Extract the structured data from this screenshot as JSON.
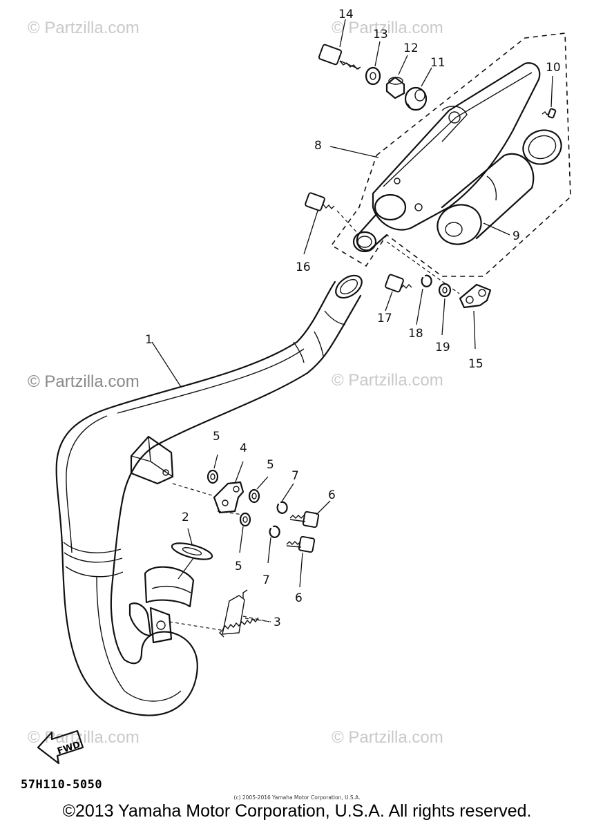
{
  "watermarks": [
    "© Partzilla.com",
    "© Partzilla.com",
    "© Partzilla.com",
    "© Partzilla.com",
    "© Partzilla.com",
    "© Partzilla.com"
  ],
  "callouts": {
    "c1": "1",
    "c2": "2",
    "c3": "3",
    "c4": "4",
    "c5a": "5",
    "c5b": "5",
    "c5c": "5",
    "c6a": "6",
    "c6b": "6",
    "c7a": "7",
    "c7b": "7",
    "c8": "8",
    "c9": "9",
    "c10": "10",
    "c11": "11",
    "c12": "12",
    "c13": "13",
    "c14": "14",
    "c15": "15",
    "c16": "16",
    "c17": "17",
    "c18": "18",
    "c19": "19"
  },
  "fwd_label": "FWD",
  "diagram_code": "57H110-5050",
  "small_copyright": "(c) 2005-2016 Yamaha Motor Corporation, U.S.A.",
  "copyright": "©2013 Yamaha Motor Corporation, U.S.A. All rights reserved."
}
